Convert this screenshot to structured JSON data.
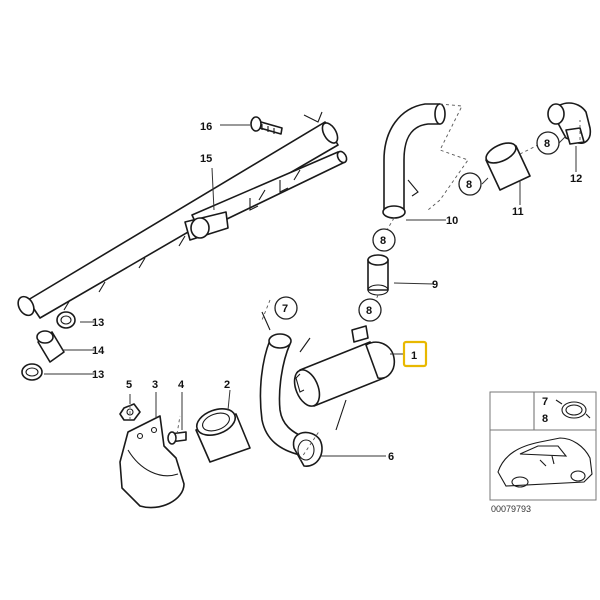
{
  "callouts": {
    "c1": "1",
    "c2": "2",
    "c3": "3",
    "c4": "4",
    "c5": "5",
    "c6": "6",
    "c7": "7",
    "c8a": "8",
    "c8b": "8",
    "c8c": "8",
    "c8d": "8",
    "c9": "9",
    "c10": "10",
    "c11": "11",
    "c12": "12",
    "c13a": "13",
    "c13b": "13",
    "c14": "14",
    "c15": "15",
    "c16": "16"
  },
  "inset": {
    "num_top": "7",
    "num_bottom": "8",
    "ref_code": "00079793"
  },
  "colors": {
    "highlight": "#e8b800",
    "line": "#1a1a1a"
  }
}
